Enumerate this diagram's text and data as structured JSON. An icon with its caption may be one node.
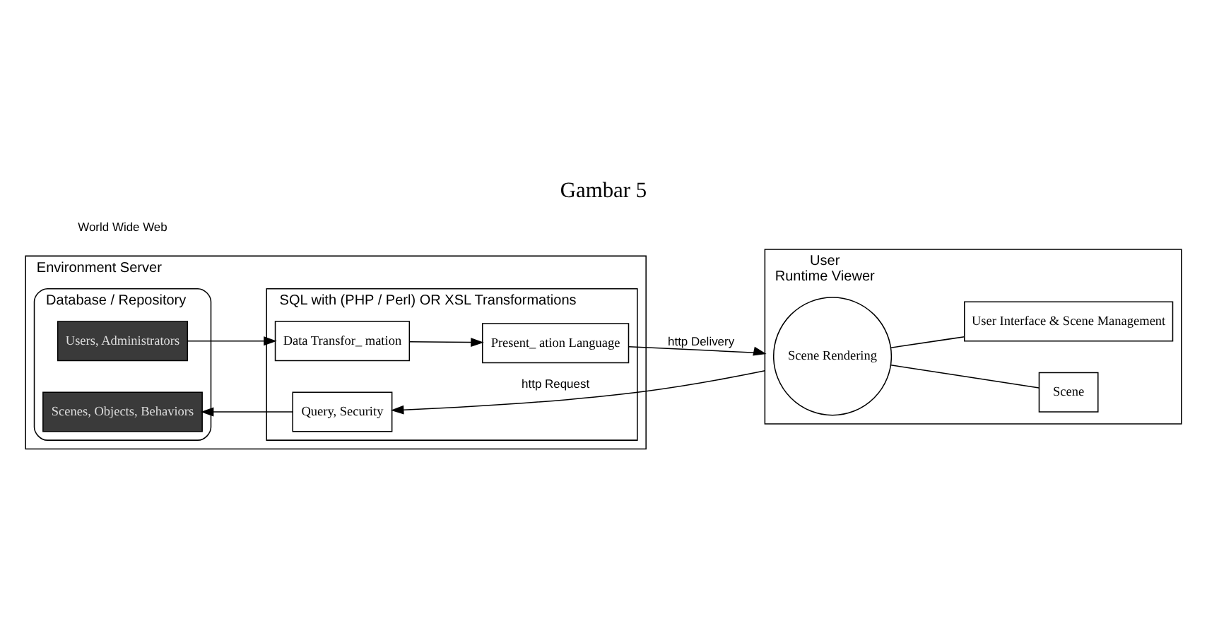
{
  "diagram": {
    "title": "Gambar 5",
    "nodes": [
      {
        "text": [
          "Environment Server"
        ]
      },
      {
        "text": [
          "Database / Repository"
        ],
        "in": 0
      },
      {
        "text": [
          "Scenes, Objects, Behaviors"
        ],
        "in": 1
      },
      {
        "text": [
          "Users, Administrators"
        ],
        "in": 1
      },
      {
        "text": [
          "SQL with (PHP / Perl) OR XSL Transformations"
        ],
        "in": 0
      },
      {
        "text": [
          "Query, Security"
        ],
        "in": 4
      },
      {
        "text": [
          "Data Transfor_ mation"
        ],
        "in": 4
      },
      {
        "text": [
          "Present_ ation Language"
        ],
        "in": 4
      },
      {
        "text": [
          "User",
          "Runtime Viewer"
        ]
      },
      {
        "text": [
          "Scene Rendering"
        ],
        "in": 8
      },
      {
        "text": [
          "Scene"
        ],
        "in": 8
      },
      {
        "text": [
          "User Interface & Scene Management"
        ],
        "in": 8
      }
    ],
    "edges": [
      {
        "from": 8,
        "to": 5,
        "arrow": "to",
        "label": "http Request"
      },
      {
        "from": 5,
        "to": 2,
        "arrow": "to"
      },
      {
        "from": 3,
        "to": 6,
        "arrow": "to"
      },
      {
        "from": 6,
        "to": 7,
        "arrow": "to"
      },
      {
        "from": 7,
        "to": 8,
        "arrow": "to",
        "label": "http Delivery"
      },
      {
        "from": 9,
        "to": 10,
        "arrow": "none"
      },
      {
        "from": 9,
        "to": 11,
        "arrow": "none"
      }
    ],
    "labels": [
      "World Wide Web"
    ]
  }
}
